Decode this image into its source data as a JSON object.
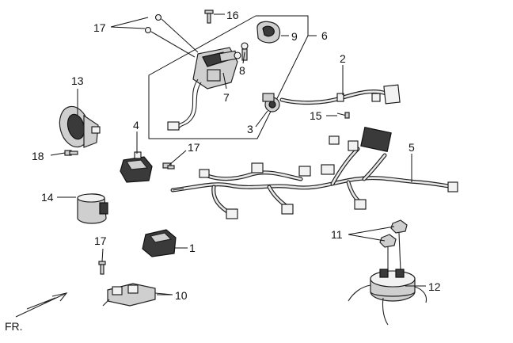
{
  "diagram": {
    "callouts": [
      {
        "id": "c1",
        "label": "1"
      },
      {
        "id": "c2",
        "label": "2"
      },
      {
        "id": "c3",
        "label": "3"
      },
      {
        "id": "c4",
        "label": "4"
      },
      {
        "id": "c5",
        "label": "5"
      },
      {
        "id": "c6",
        "label": "6"
      },
      {
        "id": "c7",
        "label": "7"
      },
      {
        "id": "c8",
        "label": "8"
      },
      {
        "id": "c9",
        "label": "9"
      },
      {
        "id": "c10",
        "label": "10"
      },
      {
        "id": "c11",
        "label": "11"
      },
      {
        "id": "c12",
        "label": "12"
      },
      {
        "id": "c13",
        "label": "13"
      },
      {
        "id": "c14",
        "label": "14"
      },
      {
        "id": "c15",
        "label": "15"
      },
      {
        "id": "c16",
        "label": "16"
      },
      {
        "id": "c17a",
        "label": "17"
      },
      {
        "id": "c17b",
        "label": "17"
      },
      {
        "id": "c17c",
        "label": "17"
      },
      {
        "id": "c18",
        "label": "18"
      }
    ],
    "front_marker": "FR."
  },
  "colors": {
    "line": "#111111",
    "part_fill": "#cfcfcf",
    "background": "#ffffff"
  }
}
